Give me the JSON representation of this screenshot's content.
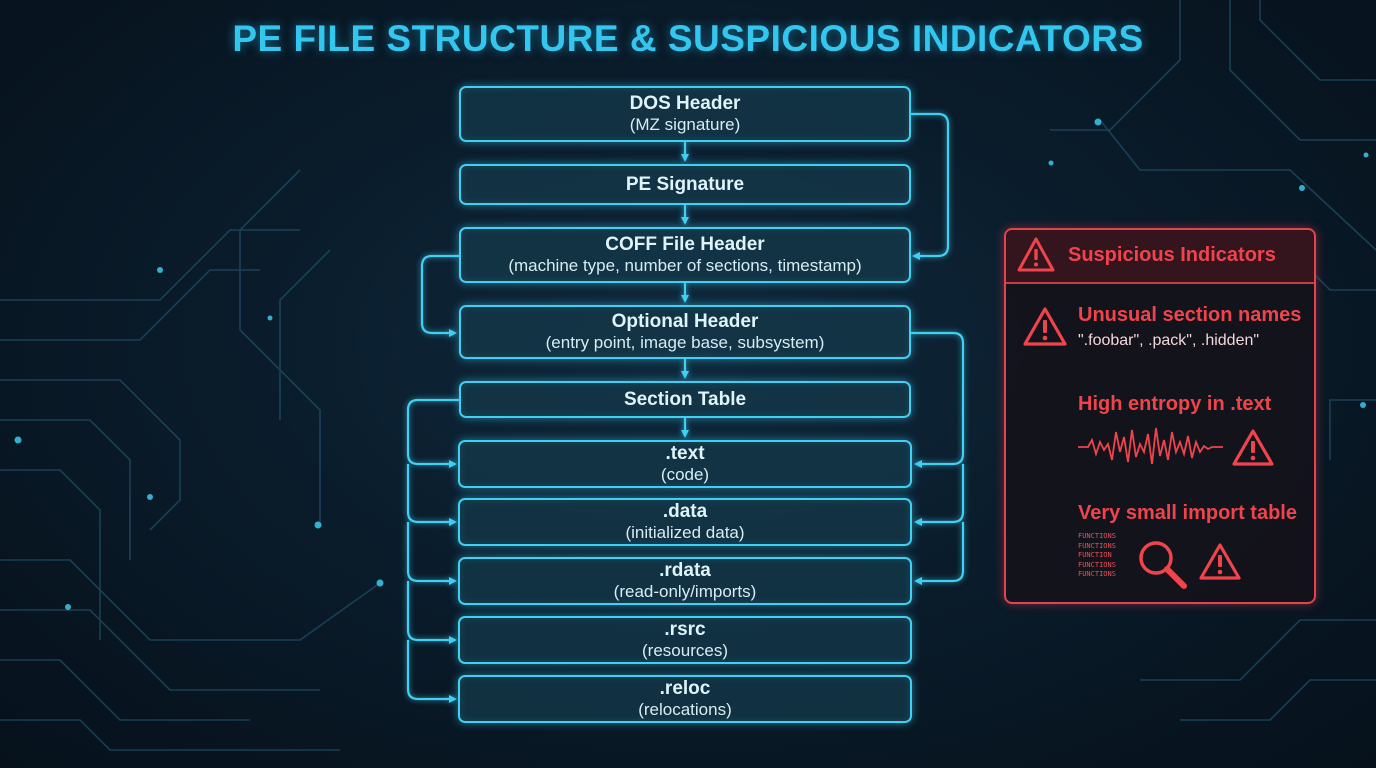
{
  "title": "PE FILE STRUCTURE & SUSPICIOUS INDICATORS",
  "structure": {
    "dos": {
      "title": "DOS Header",
      "subtitle": "(MZ signature)"
    },
    "pe_sig": {
      "title": "PE Signature"
    },
    "coff": {
      "title": "COFF File Header",
      "subtitle": "(machine type, number of sections, timestamp)"
    },
    "optional": {
      "title": "Optional Header",
      "subtitle": "(entry point, image base, subsystem)"
    },
    "section_table": {
      "title": "Section Table"
    },
    "text": {
      "title": ".text",
      "subtitle": "(code)"
    },
    "data": {
      "title": ".data",
      "subtitle": "(initialized data)"
    },
    "rdata": {
      "title": ".rdata",
      "subtitle": "(read-only/imports)"
    },
    "rsrc": {
      "title": ".rsrc",
      "subtitle": "(resources)"
    },
    "reloc": {
      "title": ".reloc",
      "subtitle": "(relocations)"
    }
  },
  "suspicious": {
    "title": "Suspicious Indicators",
    "items": [
      {
        "title": "Unusual section names",
        "detail": "\".foobar\", .pack\", .hidden\""
      },
      {
        "title": "High entropy in .text"
      },
      {
        "title": "Very small import table",
        "functions": [
          "FUNCTIONS",
          "FUNCTIONS",
          "FUNCTION",
          "FUNCTIONS",
          "FUNCTIONS"
        ]
      }
    ]
  },
  "colors": {
    "accent": "#3fd0f2",
    "warning": "#f0444c",
    "background": "#0a1c2b"
  }
}
